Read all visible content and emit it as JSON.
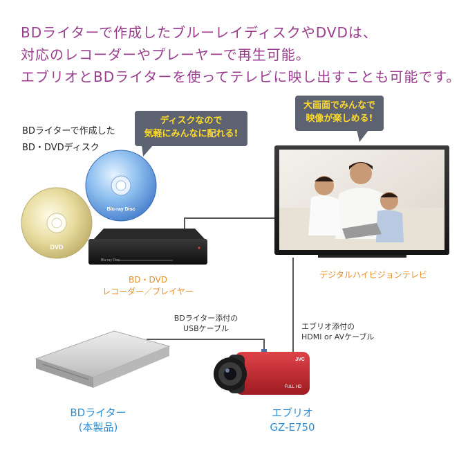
{
  "heading": {
    "line1": "BDライターで作成したブルーレイディスクやDVDは、",
    "line2": "対応のレコーダーやプレーヤーで再生可能。",
    "line3": "エブリオとBDライターを使ってテレビに映し出すことも可能です。"
  },
  "disc_caption": {
    "line1": "BDライターで作成した",
    "line2": "BD・DVDディスク"
  },
  "bubble_disc": {
    "line1": "ディスクなので",
    "line2": "気軽にみんなに配れる!"
  },
  "bubble_tv": {
    "line1": "大画面でみんなで",
    "line2": "映像が楽しめる!"
  },
  "player_label": {
    "line1": "BD・DVD",
    "line2": "レコーダー／プレイヤー"
  },
  "tv_label": "デジタルハイビジョンテレビ",
  "usb_cable": {
    "line1": "BDライター添付の",
    "line2": "USBケーブル"
  },
  "hdmi_cable": {
    "line1": "エブリオ添付の",
    "line2": "HDMI or AVケーブル"
  },
  "bd_writer_label": {
    "line1": "BDライター",
    "line2": "(本製品)"
  },
  "camcorder_label": {
    "line1": "エブリオ",
    "line2": "GZ-E750"
  },
  "disc_marks": {
    "dvd": "DVD",
    "bluray": "Blu-ray Disc"
  },
  "camera_marks": {
    "brand": "JVC",
    "fullhd": "FULL HD"
  },
  "player_mark": "Blu-ray Disc",
  "colors": {
    "heading": "#9a3c8e",
    "bubble_bg": "#5d6270",
    "bubble_text": "#ffdb2a",
    "orange": "#e8902a",
    "blue": "#2d8ed6",
    "camera_red": "#c0262a"
  }
}
